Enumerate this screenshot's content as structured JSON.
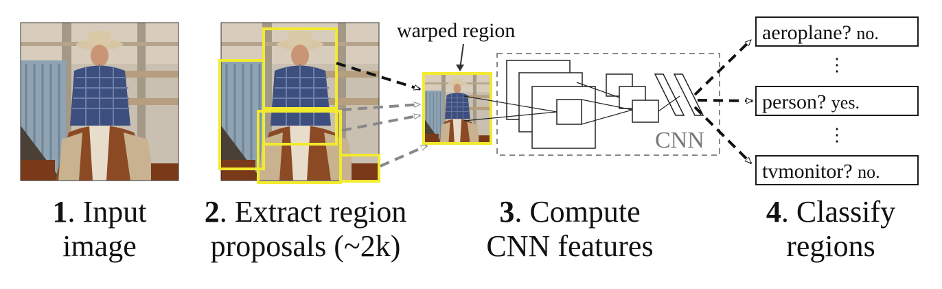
{
  "steps": [
    {
      "num": "1",
      "line1": "Input",
      "line2": "image"
    },
    {
      "num": "2",
      "line1": "Extract region",
      "line2": "proposals (~2k)"
    },
    {
      "num": "3",
      "line1": "Compute",
      "line2": "CNN features"
    },
    {
      "num": "4",
      "line1": "Classify",
      "line2": "regions"
    }
  ],
  "warped_label": "warped region",
  "cnn_label": "CNN",
  "classes": [
    {
      "label": "aeroplane?",
      "answer": "no."
    },
    {
      "label": "person?",
      "answer": "yes."
    },
    {
      "label": "tvmonitor?",
      "answer": "no."
    }
  ],
  "dots": "⋮",
  "colors": {
    "proposal_box": "#f2ea2e",
    "sky": "#c9c0b2",
    "fence": "#8fa3b3",
    "shirt": "#3d4f7e",
    "horse": "#8b4a23",
    "dashed_gray": "#888888",
    "dashed_dark": "#111111"
  }
}
